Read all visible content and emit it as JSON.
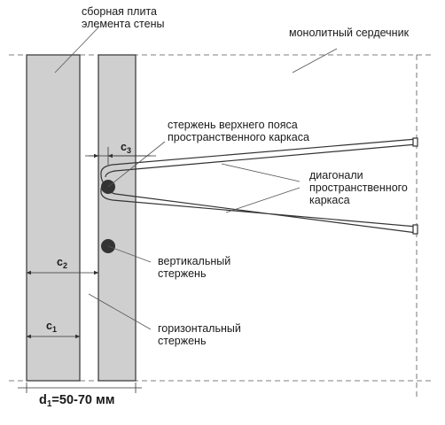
{
  "labels": {
    "panel_line1": "сборная плита",
    "panel_line2": "элемента стены",
    "core": "монолитный сердечник",
    "top_bar_line1": "стержень верхнего пояса",
    "top_bar_line2": "пространственного каркаса",
    "diag_line1": "диагонали",
    "diag_line2": "пространственного",
    "diag_line3": "каркаса",
    "vert_line1": "вертикальный",
    "vert_line2": "стержень",
    "horiz_line1": "горизонтальный",
    "horiz_line2": "стержень"
  },
  "dimensions": {
    "c3": "c",
    "c3_sub": "3",
    "c2": "c",
    "c2_sub": "2",
    "c1": "c",
    "c1_sub": "1",
    "d1": "d",
    "d1_sub": "1",
    "d1_value": "=50-70 мм"
  },
  "colors": {
    "panel_fill": "#cfcfcf",
    "outline": "#333333",
    "bar_fill": "#333333"
  }
}
